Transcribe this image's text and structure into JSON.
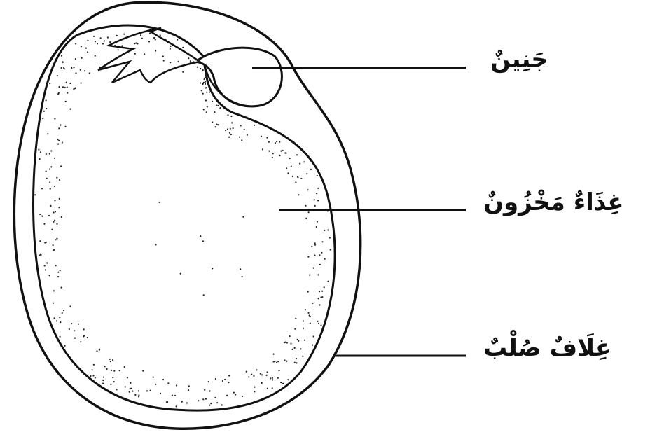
{
  "labels": {
    "embryo": "جَنِينٌ",
    "stored_food": "غِذَاءٌ مَخْزُونٌ",
    "seed_coat": "غِلَافٌ صُلْبٌ"
  },
  "colors": {
    "stroke": "#111111",
    "background": "#ffffff",
    "stipple": "#222222"
  }
}
